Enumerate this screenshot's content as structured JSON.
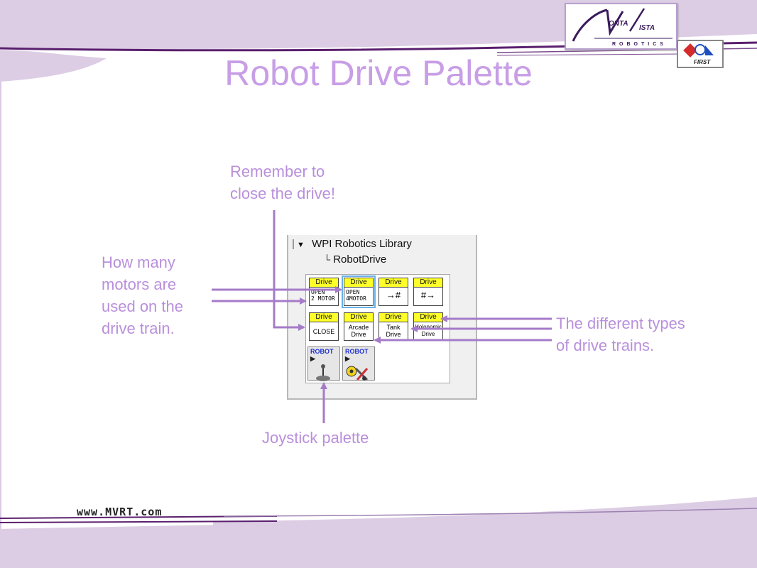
{
  "slide": {
    "title": "Robot Drive Palette",
    "footer_url": "www.MVRT.com"
  },
  "logos": {
    "team_logo_text": "MONTA VISTA",
    "team_logo_sub": "ROBOTICS",
    "first_logo_text": "FIRST"
  },
  "callouts": {
    "close_drive": [
      "Remember to",
      "close the drive!"
    ],
    "motors": [
      "How many",
      "motors are",
      "used on the",
      "drive train."
    ],
    "drive_types": [
      "The different types",
      "of drive trains."
    ],
    "joystick": "Joystick palette"
  },
  "palette": {
    "library_label": "WPI Robotics Library",
    "subpalette_label": "RobotDrive",
    "tiles": [
      {
        "header": "Drive",
        "body": [
          "OPEN",
          "2 MOTOR"
        ]
      },
      {
        "header": "Drive",
        "body": [
          "OPEN",
          "4MOTOR"
        ]
      },
      {
        "header": "Drive",
        "body": [
          "→#"
        ]
      },
      {
        "header": "Drive",
        "body": [
          "#→"
        ]
      },
      {
        "header": "Drive",
        "body": [
          "CLOSE"
        ]
      },
      {
        "header": "Drive",
        "body": [
          "Arcade",
          "Drive"
        ]
      },
      {
        "header": "Drive",
        "body": [
          "Tank",
          "Drive"
        ]
      },
      {
        "header": "Drive",
        "body": [
          "Holonomic",
          "Drive"
        ]
      }
    ],
    "robot_tiles": [
      {
        "label": "ROBOT",
        "icon": "joystick-icon"
      },
      {
        "label": "ROBOT",
        "icon": "tools-icon"
      }
    ]
  },
  "colors": {
    "accent_purple": "#b98fdc",
    "title_purple": "#c89ee6",
    "band_lavender": "#dccde4",
    "line_purple": "#5a1f6e",
    "tile_header_yellow": "#ffff2a"
  }
}
